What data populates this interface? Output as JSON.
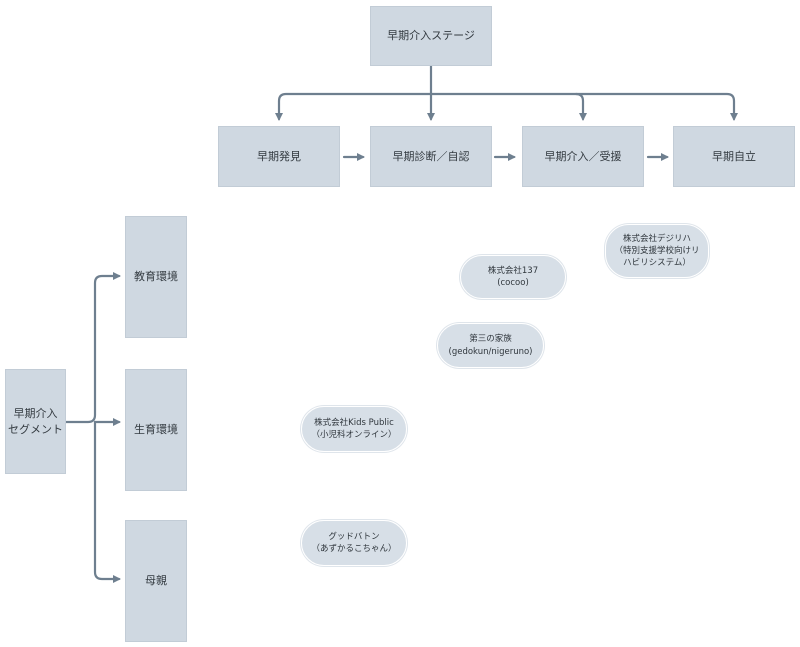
{
  "colors": {
    "box": "#cfd8e1",
    "pill": "#d7dfe7",
    "connector": "#6e7f8f"
  },
  "stage": {
    "title": "早期介入ステージ",
    "steps": [
      "早期発見",
      "早期診断／自認",
      "早期介入／受援",
      "早期自立"
    ]
  },
  "segment": {
    "title": "早期介入\nセグメント",
    "items": [
      "教育環境",
      "生育環境",
      "母親"
    ]
  },
  "organizations": [
    "株式会社デジリハ\n（特別支援学校向けリ\nハビリシステム）",
    "株式会社137\n(cocoo)",
    "第三の家族\n(gedokun/nigeruno)",
    "株式会社Kids Public\n（小児科オンライン）",
    "グッドバトン\n（あずかるこちゃん）"
  ]
}
